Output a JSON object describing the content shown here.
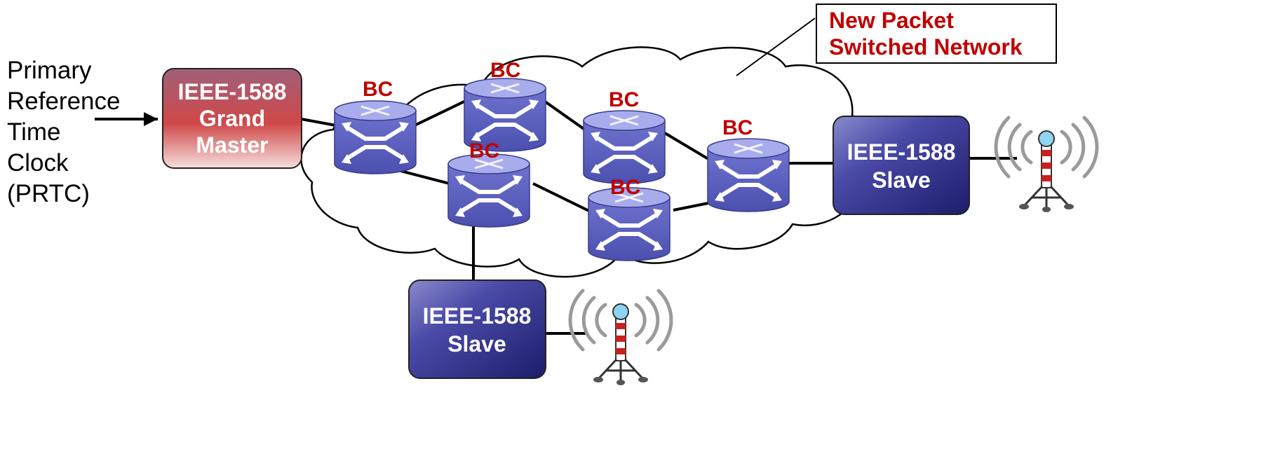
{
  "prtc_label": [
    "Primary",
    "Reference",
    "Time",
    "Clock",
    "(PRTC)"
  ],
  "grandmaster": {
    "lines": [
      "IEEE-1588",
      "Grand",
      "Master"
    ]
  },
  "slave_right": {
    "lines": [
      "IEEE-1588",
      "Slave"
    ]
  },
  "slave_bottom": {
    "lines": [
      "IEEE-1588",
      "Slave"
    ]
  },
  "callout": {
    "lines": [
      "New Packet",
      "Switched Network"
    ]
  },
  "bc_label": "BC",
  "colors": {
    "label_red": "#c00000",
    "grandmaster_fill": "#d04848",
    "slave_fill": "#3a3a98",
    "router_fill": "#7b7fd6"
  },
  "icons": {
    "router": "router-icon",
    "antenna": "antenna-tower-icon",
    "cloud": "cloud-shape"
  }
}
